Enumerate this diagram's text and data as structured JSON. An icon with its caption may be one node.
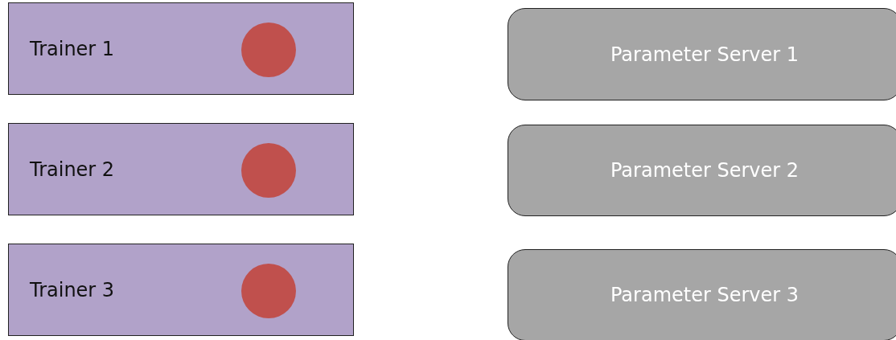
{
  "diagram": {
    "nodes": [
      {
        "text": [
          "Trainer 1"
        ]
      },
      {
        "text": [],
        "shape": "circle",
        "in": 0
      },
      {
        "text": [
          "Parameter Server 1"
        ]
      },
      {
        "text": [
          "Trainer 2"
        ]
      },
      {
        "text": [],
        "shape": "circle",
        "in": 3
      },
      {
        "text": [
          "Parameter Server 2"
        ]
      },
      {
        "text": [
          "Trainer 3"
        ]
      },
      {
        "text": [],
        "shape": "circle",
        "in": 6
      },
      {
        "text": [
          "Parameter Server 3"
        ]
      }
    ]
  }
}
